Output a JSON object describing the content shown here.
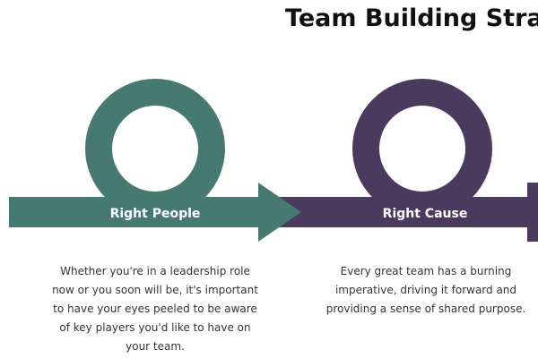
{
  "title": "Team Building Strategy",
  "steps": [
    {
      "label": "Right People",
      "color": "#46796f",
      "description": "Whether you're in a leadership role now or you soon will be, it's important to have your eyes peeled to be aware of key players you'd like to have on your team."
    },
    {
      "label": "Right Cause",
      "color": "#4a3a5d",
      "description": "Every great team has a burning imperative, driving it forward and providing a sense of shared purpose."
    }
  ]
}
